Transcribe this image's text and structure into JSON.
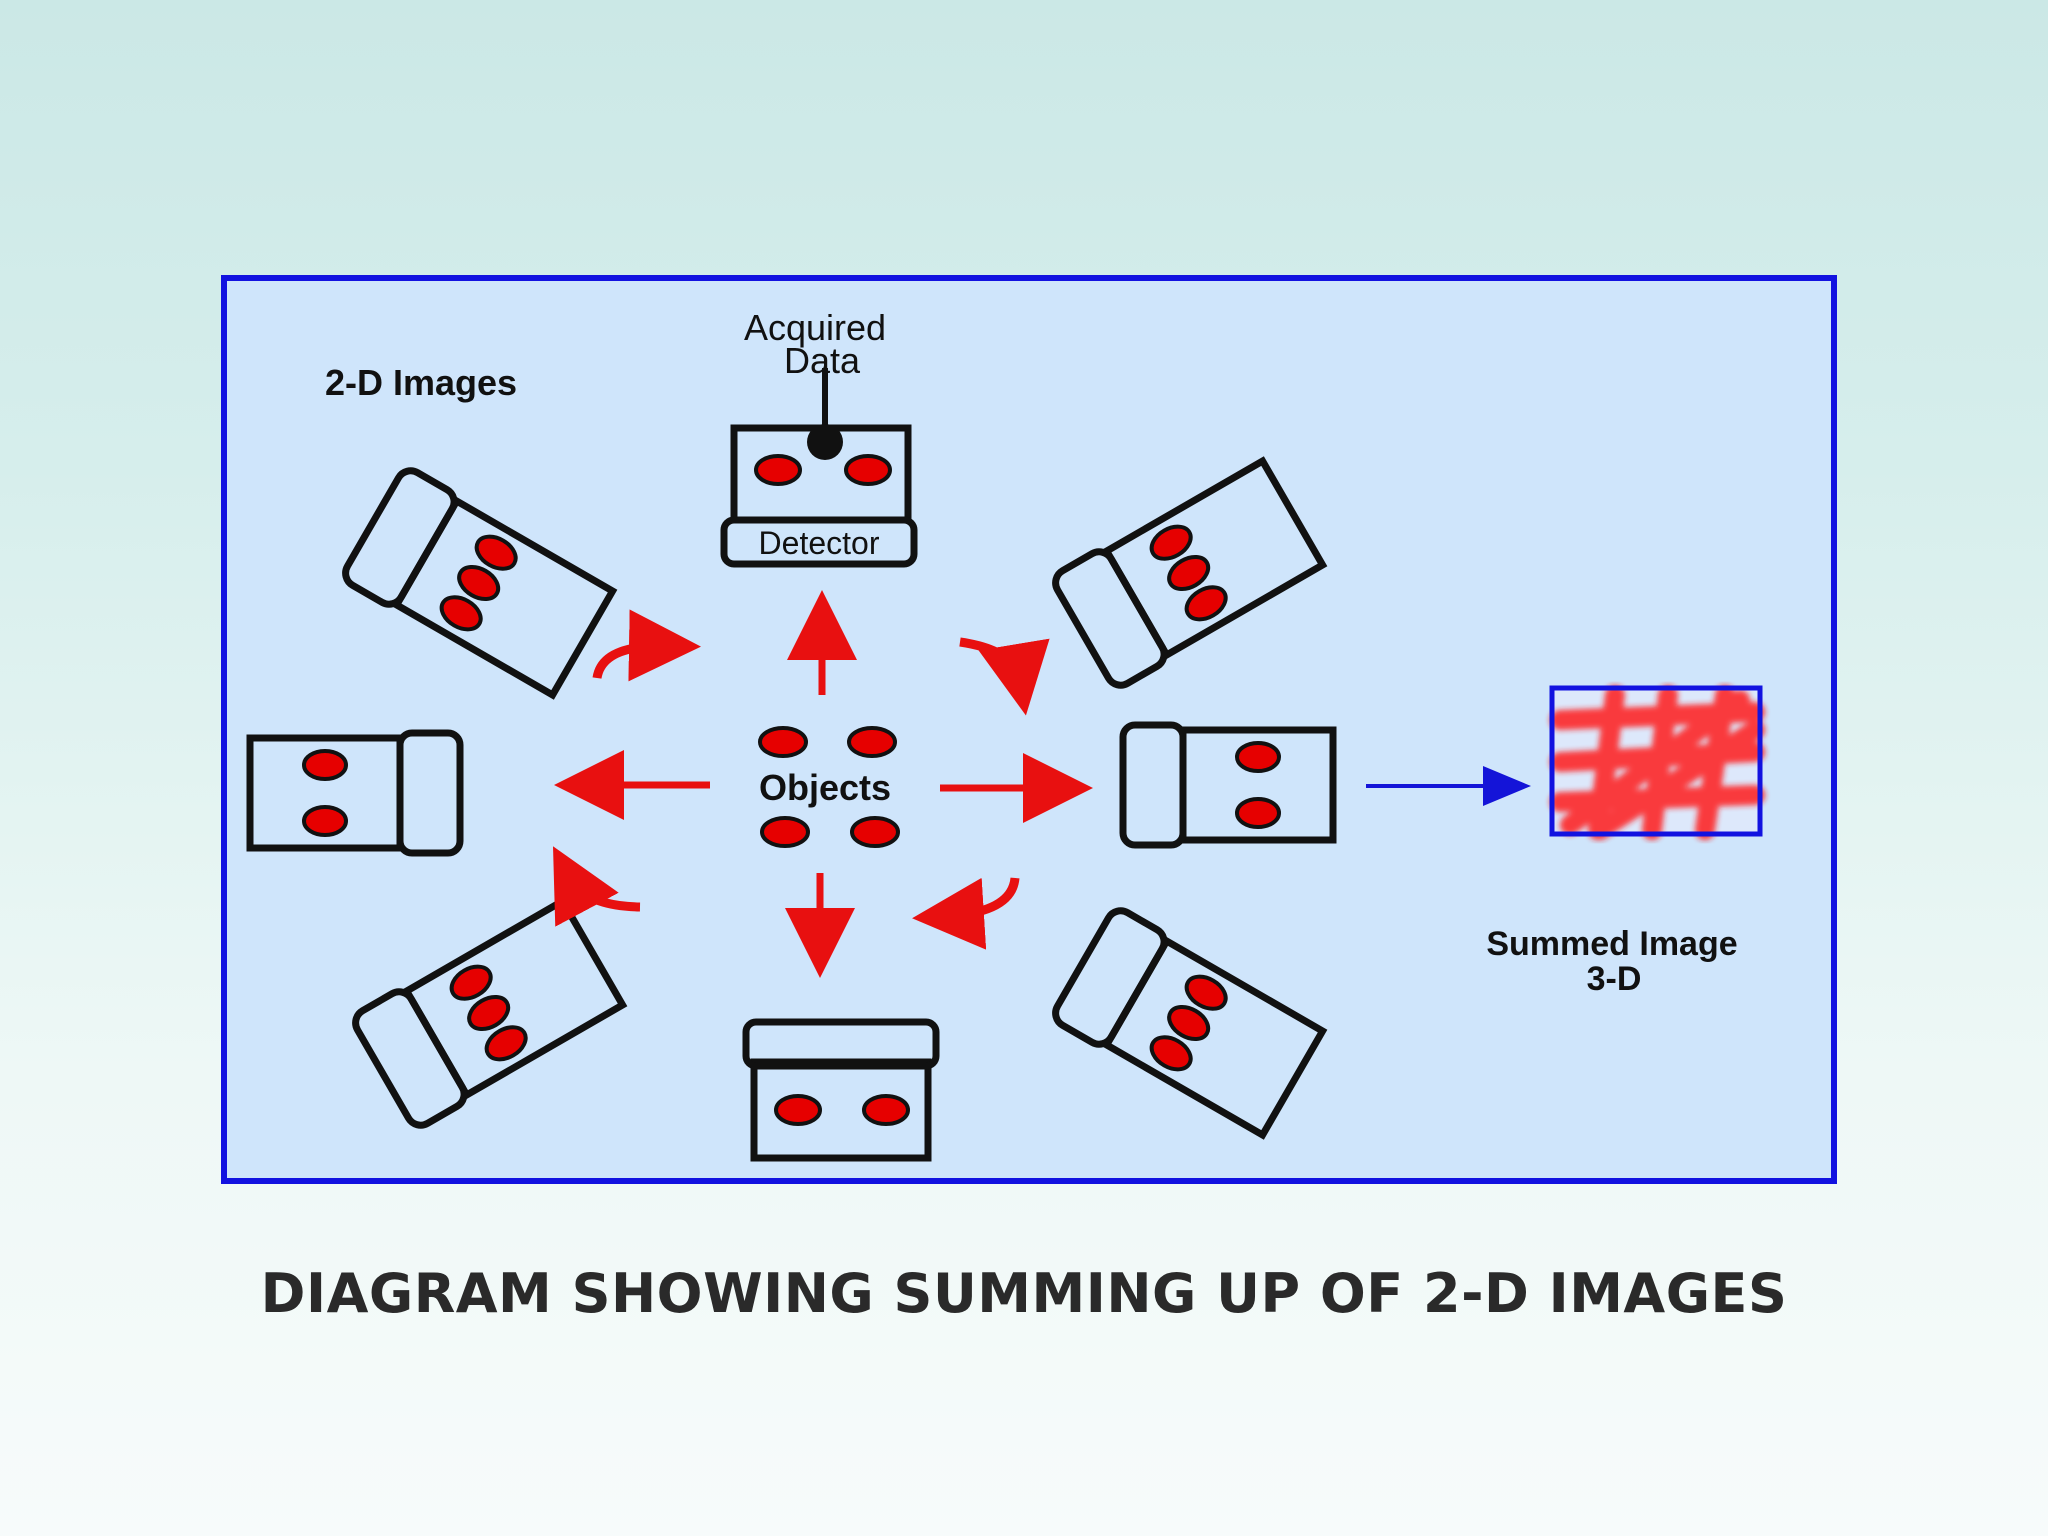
{
  "slide": {
    "caption": "DIAGRAM SHOWING SUMMING UP OF 2-D IMAGES"
  },
  "diagram": {
    "labels": {
      "two_d_images": "2-D Images",
      "acquired_line1": "Acquired",
      "acquired_line2": "Data",
      "detector": "Detector",
      "objects": "Objects",
      "summed_line1": "Summed Image",
      "summed_line2": "3-D"
    },
    "colors": {
      "panel_fill": "#cfe5fb",
      "panel_border": "#1212e0",
      "dot": "#e60000",
      "arrow_red": "#e81010",
      "arrow_blue": "#1414d8",
      "outline": "#111111"
    }
  }
}
